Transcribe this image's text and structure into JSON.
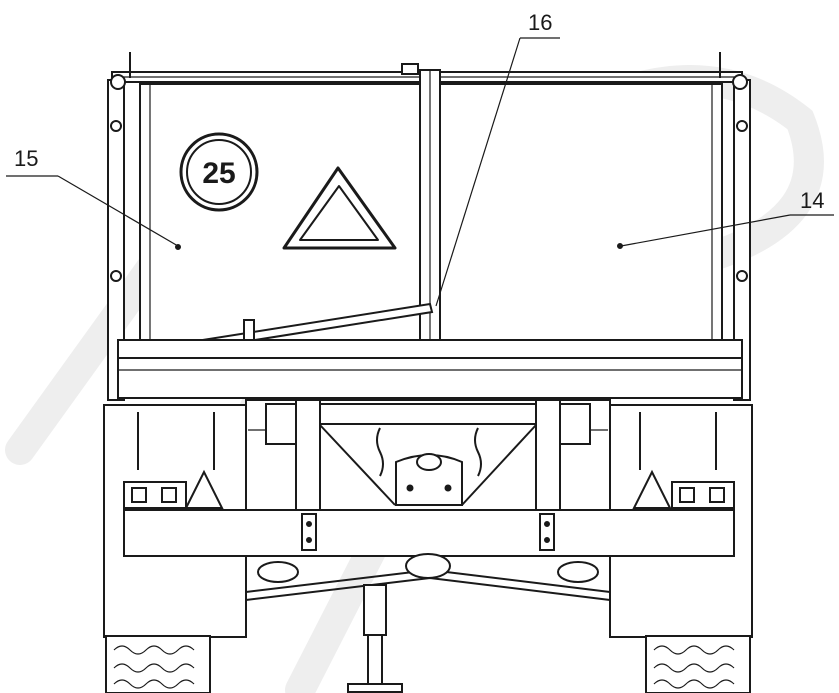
{
  "callouts": [
    {
      "id": "15",
      "label": "15"
    },
    {
      "id": "16",
      "label": "16"
    },
    {
      "id": "14",
      "label": "14"
    }
  ],
  "speed_sign": {
    "label": "25",
    "icon": "speed-limit-sign-icon"
  },
  "slow_vehicle_sign": {
    "icon": "slow-moving-vehicle-triangle-icon"
  },
  "colors": {
    "line": "#1a1a1a",
    "background": "#ffffff",
    "watermark": "#eeeeee"
  }
}
